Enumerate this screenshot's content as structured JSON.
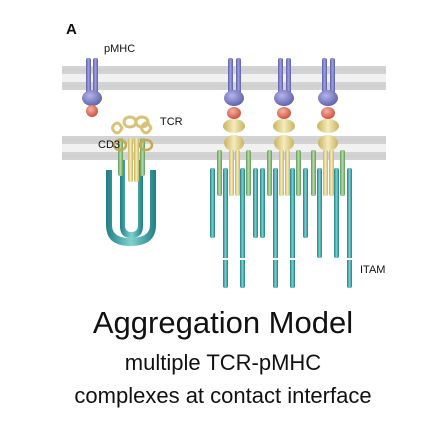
{
  "figure": {
    "panel_letter": "A",
    "labels": {
      "pmhc": "pMHC",
      "tcr": "TCR",
      "cd3": "CD3",
      "itam": "ITAM"
    }
  },
  "caption": {
    "title": "Aggregation Model",
    "line1": "multiple TCR-pMHC",
    "line2": "complexes at contact interface"
  },
  "colors": {
    "membrane_head": "#cbcbcb",
    "mhc_blue": "#7d7dbf",
    "peptide_red": "#e0745e",
    "tcr_yellow": "#ead98f",
    "cd3_green": "#8fbd82",
    "itam_teal": "#3ea6a8"
  }
}
